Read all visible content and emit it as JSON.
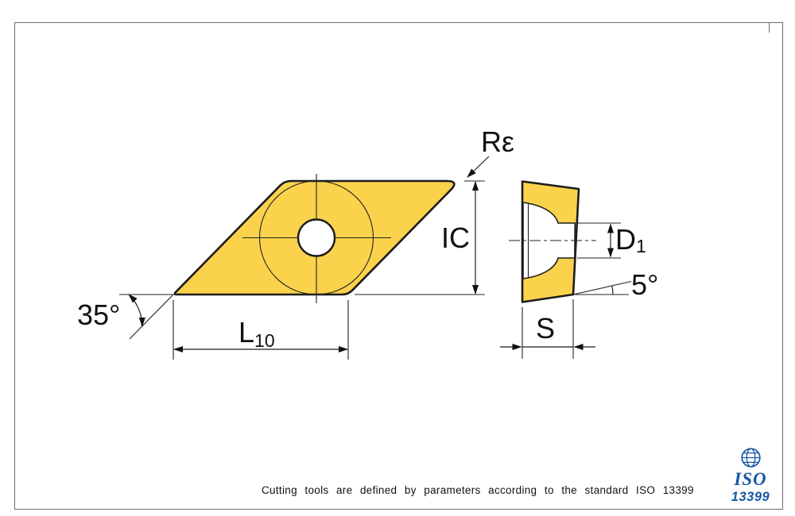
{
  "drawing": {
    "front_view": {
      "labels": {
        "corner_radius": "Rε",
        "inscribed_circle": "IC",
        "tip_angle": "35°",
        "length": "L",
        "length_subscript": "10"
      }
    },
    "side_view": {
      "labels": {
        "hole_diameter": "D",
        "hole_diameter_subscript": "1",
        "clearance_angle": "5°",
        "thickness": "S"
      }
    },
    "colors": {
      "insert_fill": "#FBD24B",
      "line": "#1C1C1C"
    }
  },
  "footer": {
    "note": "Cutting tools are defined by parameters according to the standard ISO 13399"
  },
  "logo": {
    "org": "ISO",
    "standard_number": "13399",
    "color": "#1659A5",
    "icon": "globe-icon"
  }
}
